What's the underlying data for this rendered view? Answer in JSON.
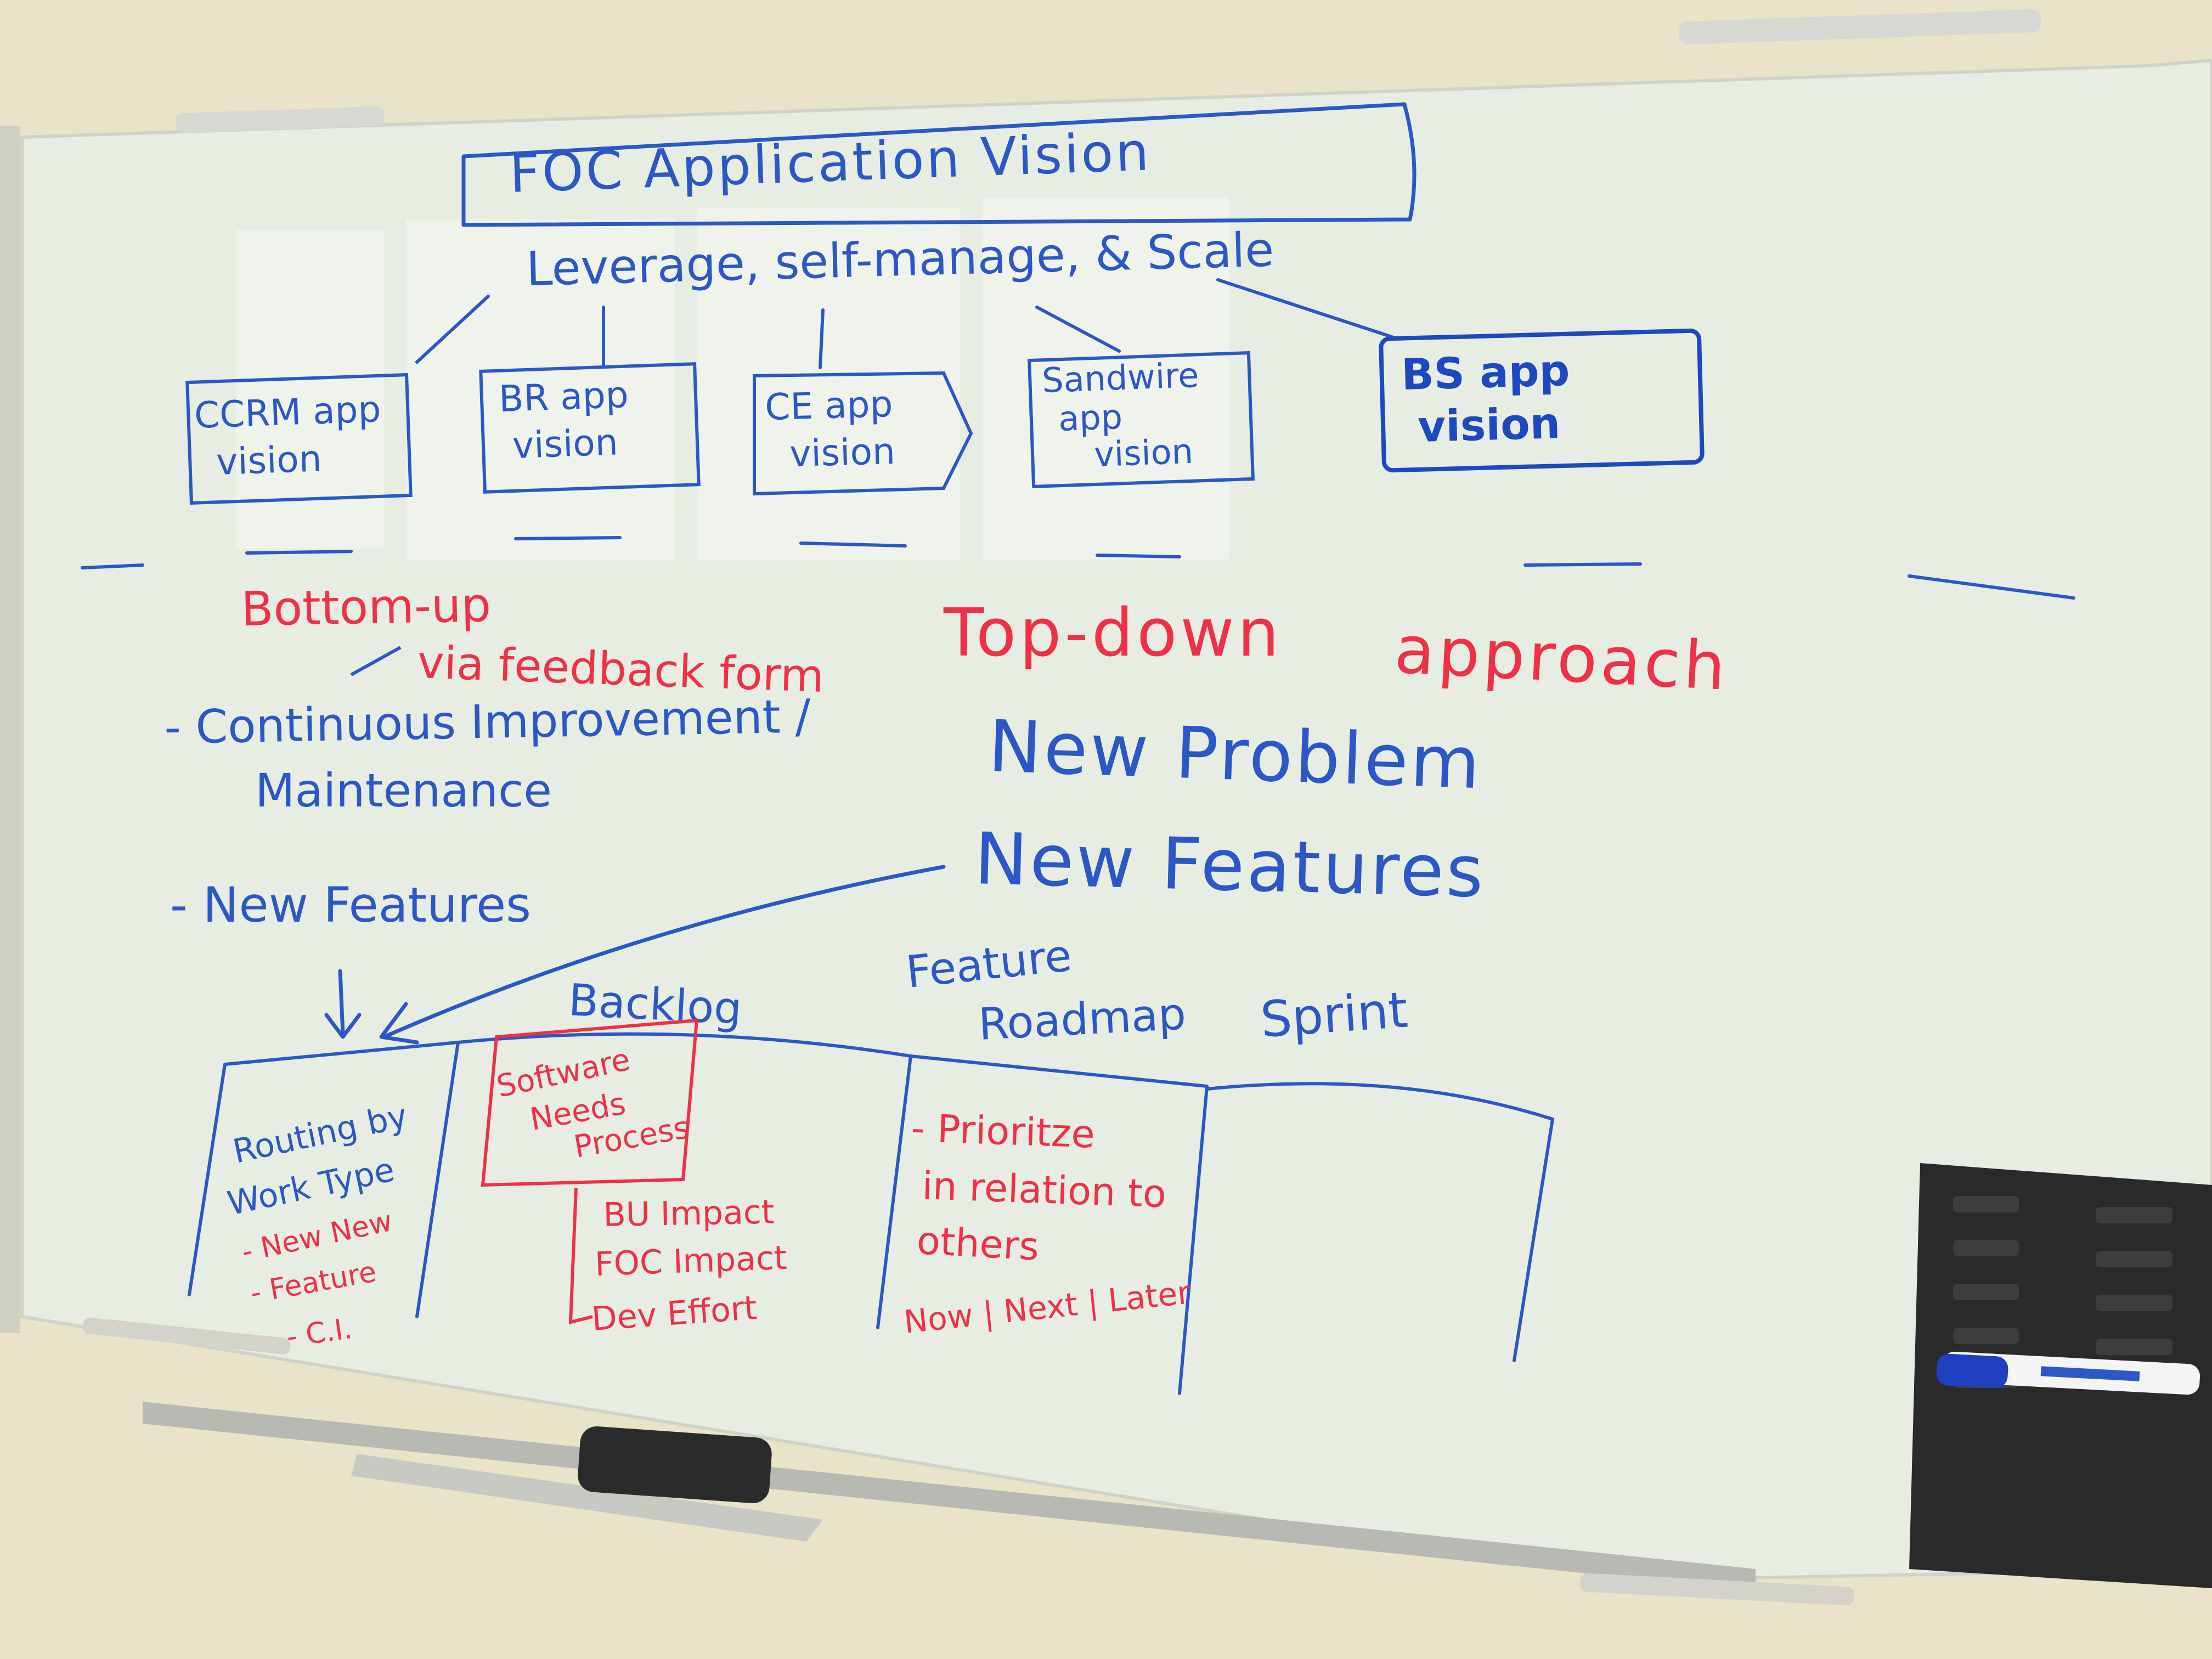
{
  "colors": {
    "wall": "#e9e3c9",
    "board": "#e9efe6",
    "blue_marker": "#2c57c4",
    "red_marker": "#ee3148",
    "tray": "#b9b9b4"
  },
  "header": {
    "title": "FOC Application Vision",
    "subtitle": "Leverage, self-manage, & Scale"
  },
  "apps": {
    "ccrm_line1": "CCRM app",
    "ccrm_line2": "vision",
    "br_line1": "BR app",
    "br_line2": "vision",
    "ce_line1": "CE app",
    "ce_line2": "vision",
    "sandwire_line1": "Sandwire",
    "sandwire_line2": "app",
    "sandwire_line3": "vision",
    "bs_line1": "BS app",
    "bs_line2": "vision"
  },
  "left": {
    "bottom_up": "Bottom-up",
    "via_feedback": "via feedback form",
    "continuous": "- Continuous Improvement /",
    "maintenance": "Maintenance",
    "new_features": "- New Features"
  },
  "right": {
    "top_down": "Top-down",
    "approach": "approach",
    "new_problem": "New Problem",
    "new_features": "New Features"
  },
  "columns": {
    "backlog": "Backlog",
    "feature": "Feature",
    "roadmap": "Roadmap",
    "sprint": "Sprint"
  },
  "routing": {
    "line1": "Routing by",
    "line2": "Work Type",
    "item1": "- New New",
    "item2": "- Feature",
    "item3": "- C.I."
  },
  "software": {
    "line1": "Software",
    "line2": "Needs",
    "line3": "Process",
    "item1": "BU Impact",
    "item2": "FOC Impact",
    "item3": "Dev Effort"
  },
  "prioritize": {
    "line1": "- Prioritze",
    "line2": "in relation to",
    "line3": "others",
    "line4": "Now | Next | Later"
  }
}
